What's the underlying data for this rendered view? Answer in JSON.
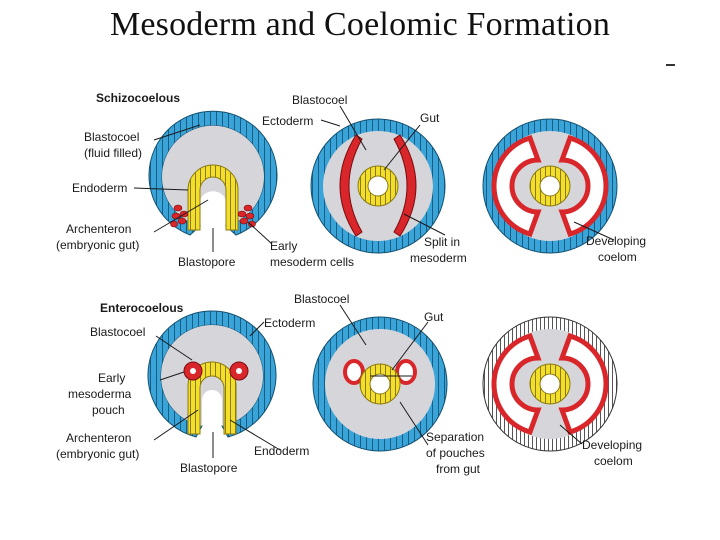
{
  "slide": {
    "title": "Mesoderm and Coelomic Formation"
  },
  "colors": {
    "ectoderm": "#3aa3d8",
    "endoderm": "#f4de2c",
    "mesoderm": "#d8262a",
    "blastocoel": "#d6d6da",
    "leader": "#1a1a1a"
  },
  "schizo": {
    "header": "Schizocoelous",
    "blastocoel": "Blastocoel",
    "blastocoel_fluid": "(fluid filled)",
    "endoderm": "Endoderm",
    "archenteron": "Archenteron",
    "embryonic_gut": "(embryonic gut)",
    "blastopore": "Blastopore",
    "early": "Early",
    "mesoderm_cells": "mesoderm cells",
    "blastocoel_2": "Blastocoel",
    "ectoderm": "Ectoderm",
    "gut": "Gut",
    "split_in": "Split in",
    "mesoderm": "mesoderm",
    "developing": "Developing",
    "coelom": "coelom"
  },
  "entero": {
    "header": "Enterocoelous",
    "blastocoel": "Blastocoel",
    "early": "Early",
    "mesoderma": "mesoderma",
    "pouch": "pouch",
    "archenteron": "Archenteron",
    "embryonic_gut": "(embryonic gut)",
    "blastopore": "Blastopore",
    "endoderm": "Endoderm",
    "blastocoel_2": "Blastocoel",
    "ectoderm": "Ectoderm",
    "gut": "Gut",
    "separation_of": "Separation",
    "of_pouches": "of pouches",
    "from_gut": "from gut",
    "developing": "Developing",
    "coelom": "coelom"
  }
}
